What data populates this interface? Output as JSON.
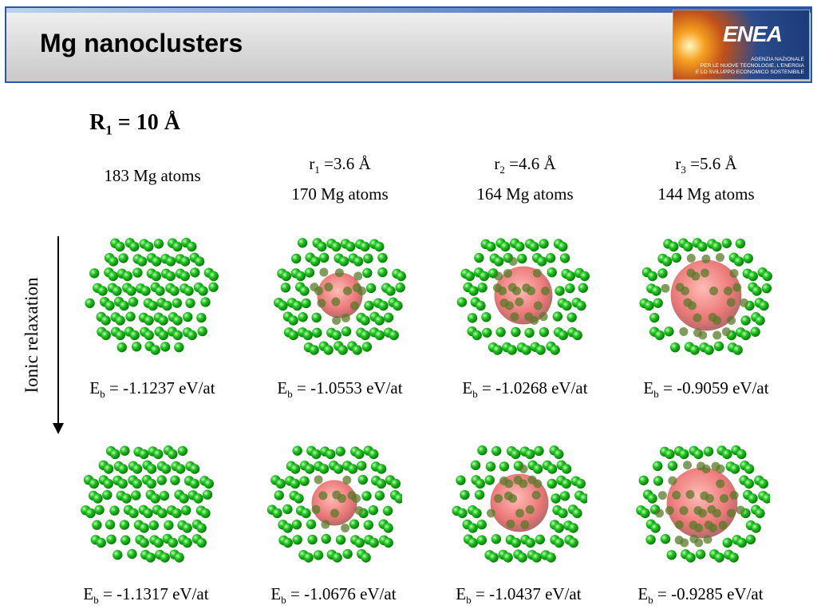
{
  "header": {
    "title": "Mg nanoclusters"
  },
  "logo": {
    "word": "ENEA",
    "subtitle_lines": [
      "AGENZIA NAZIONALE",
      "PER LE NUOVE TECNOLOGIE, L'ENERGIA",
      "E LO SVILUPPO ECONOMICO SOSTENIBILE"
    ]
  },
  "radius": {
    "symbol": "R",
    "index": "1",
    "value": " = 10 Å"
  },
  "columns": [
    {
      "r_symbol": "",
      "r_index": "",
      "r_value": "",
      "atoms": "183 Mg atoms"
    },
    {
      "r_symbol": "r",
      "r_index": "1",
      "r_value": " =3.6 Å",
      "atoms": "170 Mg atoms"
    },
    {
      "r_symbol": "r",
      "r_index": "2",
      "r_value": " =4.6 Å",
      "atoms": "164 Mg atoms"
    },
    {
      "r_symbol": "r",
      "r_index": "3",
      "r_value": " =5.6 Å",
      "atoms": "144 Mg atoms"
    }
  ],
  "energy_prefix": "E",
  "energy_index": "b",
  "energies_top": [
    " = -1.1237 eV/at",
    " = -1.0553 eV/at",
    " = -1.0268 eV/at",
    " = -0.9059 eV/at"
  ],
  "energies_bottom": [
    " = -1.1317 eV/at",
    " = -1.0676 eV/at",
    " = -1.0437 eV/at",
    " = -0.9285 eV/at"
  ],
  "side_label": "Ionic relaxation",
  "colors": {
    "atom": "#22c322",
    "atom_dark": "#0b7a0b",
    "void": "#e86060",
    "frame": "#2a56a8"
  },
  "void_radii_fraction": [
    0,
    0.36,
    0.46,
    0.56
  ]
}
